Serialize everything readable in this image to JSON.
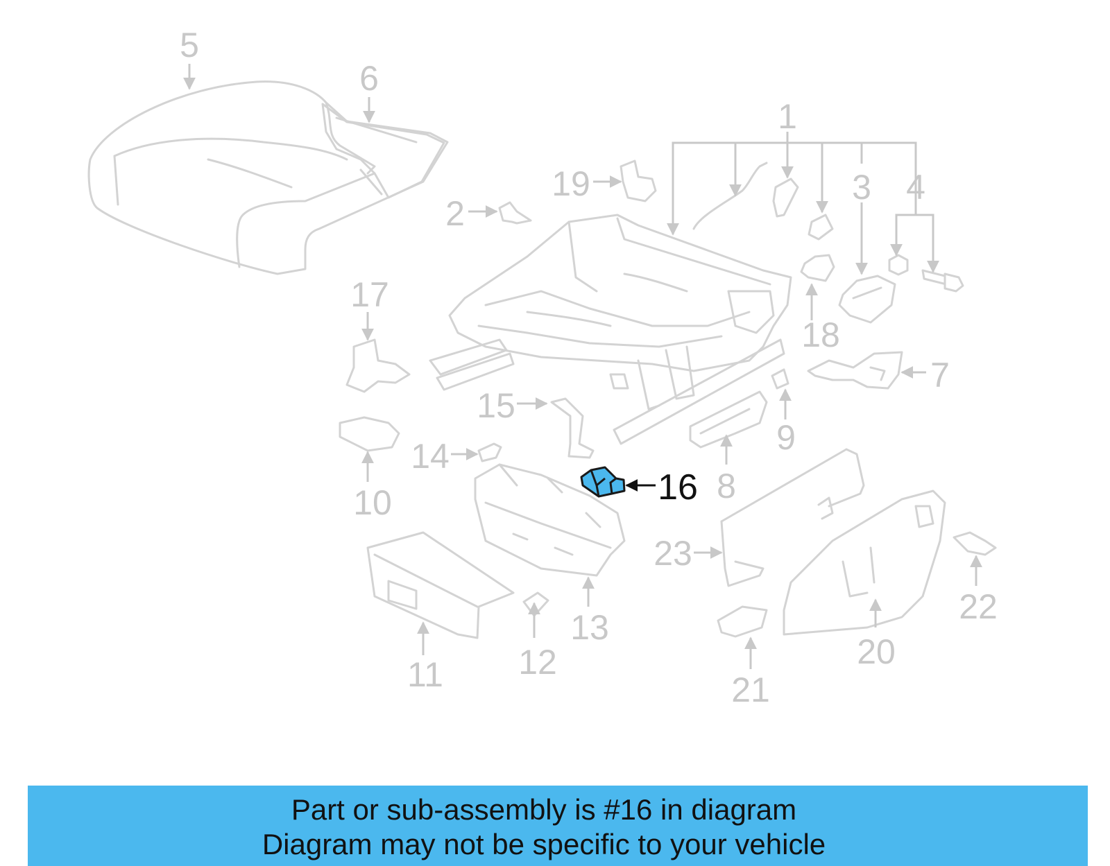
{
  "diagram": {
    "callouts": {
      "c1": "1",
      "c2": "2",
      "c3": "3",
      "c4": "4",
      "c5": "5",
      "c6": "6",
      "c7": "7",
      "c8": "8",
      "c9": "9",
      "c10": "10",
      "c11": "11",
      "c12": "12",
      "c13": "13",
      "c14": "14",
      "c15": "15",
      "c16": "16",
      "c17": "17",
      "c18": "18",
      "c19": "19",
      "c20": "20",
      "c21": "21",
      "c22": "22",
      "c23": "23"
    },
    "highlighted_part": "16",
    "highlight_color": "#4bb8ee",
    "line_color": "#d3d3d3"
  },
  "banner": {
    "line1": "Part or sub-assembly is #16 in diagram",
    "line2": "Diagram may not be specific to your vehicle",
    "background": "#4bb8ee"
  }
}
